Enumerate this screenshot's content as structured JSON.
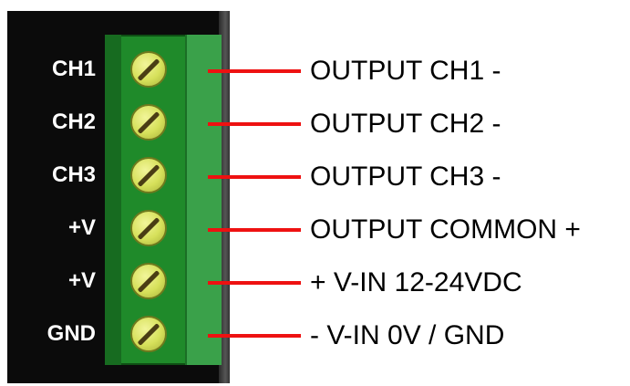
{
  "terminals": [
    {
      "label": "CH1",
      "description": "OUTPUT CH1 -"
    },
    {
      "label": "CH2",
      "description": "OUTPUT CH2 -"
    },
    {
      "label": "CH3",
      "description": "OUTPUT CH3 -"
    },
    {
      "label": "+V",
      "description": "OUTPUT COMMON +"
    },
    {
      "label": "+V",
      "description": "+ V-IN 12-24VDC"
    },
    {
      "label": "GND",
      "description": "- V-IN 0V / GND"
    }
  ],
  "colors": {
    "panel": "#0b0b0b",
    "terminal_block": "#1f8a2a",
    "screw": "#d6e05a",
    "wire": "#ee1111",
    "label_text": "#ffffff",
    "description_text": "#000000"
  }
}
